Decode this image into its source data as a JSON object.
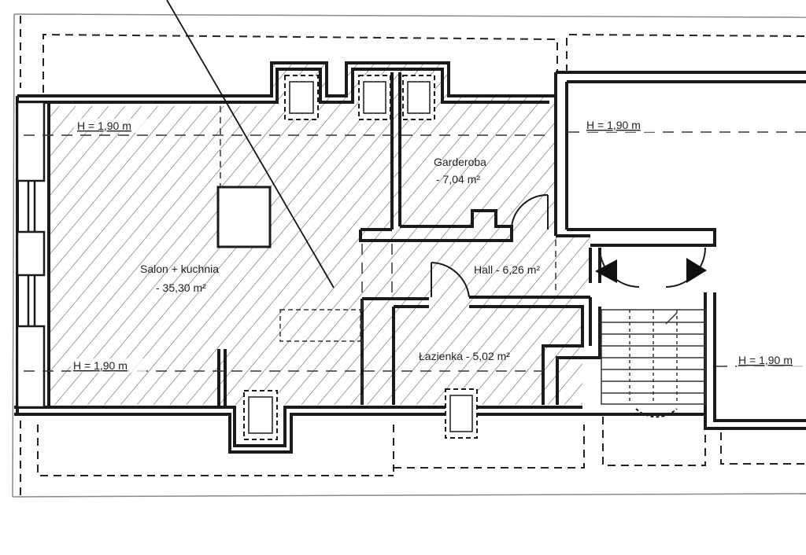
{
  "plan": {
    "rooms": {
      "salon": {
        "name": "Salon + kuchnia",
        "area": "- 35,30 m²"
      },
      "garderoba": {
        "name": "Garderoba",
        "area": "- 7,04 m²"
      },
      "hall": {
        "label": "Hall - 6,26 m²"
      },
      "lazienka": {
        "label": "Łazienka - 5,02 m²"
      }
    },
    "heights": {
      "left_top": "H = 1,90 m",
      "left_bottom": "H = 1,90 m",
      "right_top": "H = 1,90 m",
      "right_bottom": "H = 1,90 m"
    },
    "colors": {
      "ink": "#1a1a1a",
      "paper": "#ffffff",
      "hatch": "#555555"
    }
  }
}
